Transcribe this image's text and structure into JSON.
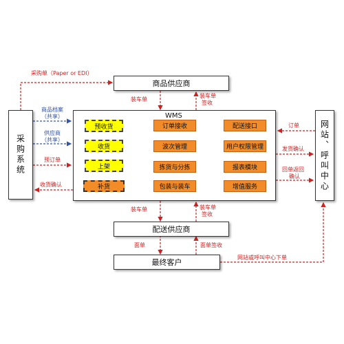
{
  "nodes": {
    "procurement_system": "采购系统",
    "supplier": "商品供应商",
    "wms_title": "WMS",
    "delivery_supplier": "配送供应商",
    "end_customer": "最终客户",
    "website_call_center": "网站、呼叫中心"
  },
  "wms_modules": {
    "col1": [
      "预收货",
      "收货",
      "上架",
      "补货"
    ],
    "col2": [
      "订单接收",
      "波次管理",
      "拣货与分拣",
      "包装与装车"
    ],
    "col3": [
      "配送接口",
      "用户权限管理",
      "报表模块",
      "增值服务"
    ]
  },
  "edge_labels": {
    "purchase_order_edi": "采购单（Paper or EDI）",
    "product_archive": "商品档案",
    "shared_1": "（共享）",
    "supplier_info": "供应商",
    "shared_2": "（共享）",
    "pre_order": "预订单",
    "receipt_confirm": "收货确认",
    "loading_bill_top": "装车单",
    "loading_bill_sign_top_1": "装车单",
    "loading_bill_sign_top_2": "签收",
    "loading_bill_bottom": "装车单",
    "loading_bill_sign_bottom_1": "装车单",
    "loading_bill_sign_bottom_2": "签收",
    "order": "订单",
    "ship_confirm": "发货确认",
    "return_confirm_1": "回单返回",
    "return_confirm_2": "确认",
    "face_bill": "面单",
    "face_bill_sign": "面单签收",
    "web_call_order": "网站或呼叫中心下单"
  },
  "colors": {
    "red_flow": "#cc2222",
    "blue_flow": "#3355aa",
    "module_orange": "#f28c28",
    "module_yellow": "#ffff00"
  }
}
